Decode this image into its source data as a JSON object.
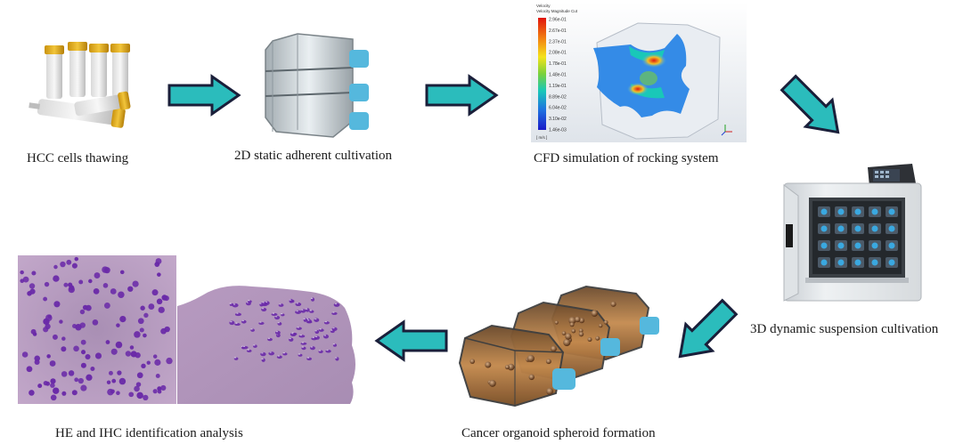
{
  "steps": [
    {
      "id": "thawing",
      "caption": "HCC cells thawing"
    },
    {
      "id": "2d-static",
      "caption": "2D static adherent cultivation"
    },
    {
      "id": "cfd",
      "caption": "CFD simulation of rocking system"
    },
    {
      "id": "3d-dynamic",
      "caption": "3D dynamic suspension cultivation"
    },
    {
      "id": "organoid",
      "caption": "Cancer organoid spheroid formation"
    },
    {
      "id": "he-ihc",
      "caption": "HE and IHC identification analysis"
    }
  ],
  "cfd_legend": {
    "title_line1": "Velocity",
    "title_line2": "Velocity Magnitude Cut",
    "ticks": [
      "2.96e-01",
      "2.67e-01",
      "2.37e-01",
      "2.08e-01",
      "1.78e-01",
      "1.48e-01",
      "1.19e-01",
      "8.89e-02",
      "6.04e-02",
      "3.10e-02",
      "1.46e-03"
    ],
    "unit": "[ m/s ]"
  },
  "colors": {
    "arrow_fill": "#2bbcbc",
    "arrow_stroke": "#1a1f3a",
    "cap_yellow": "#e8b21a",
    "port_blue": "#55b8dd",
    "cell_purple": "#6a2aa8",
    "tissue_pink": "#b79ac0"
  },
  "icons": {
    "arrows": [
      "right-arrow-icon",
      "right-arrow-icon",
      "down-right-arrow-icon",
      "down-left-arrow-icon",
      "left-arrow-icon"
    ]
  }
}
